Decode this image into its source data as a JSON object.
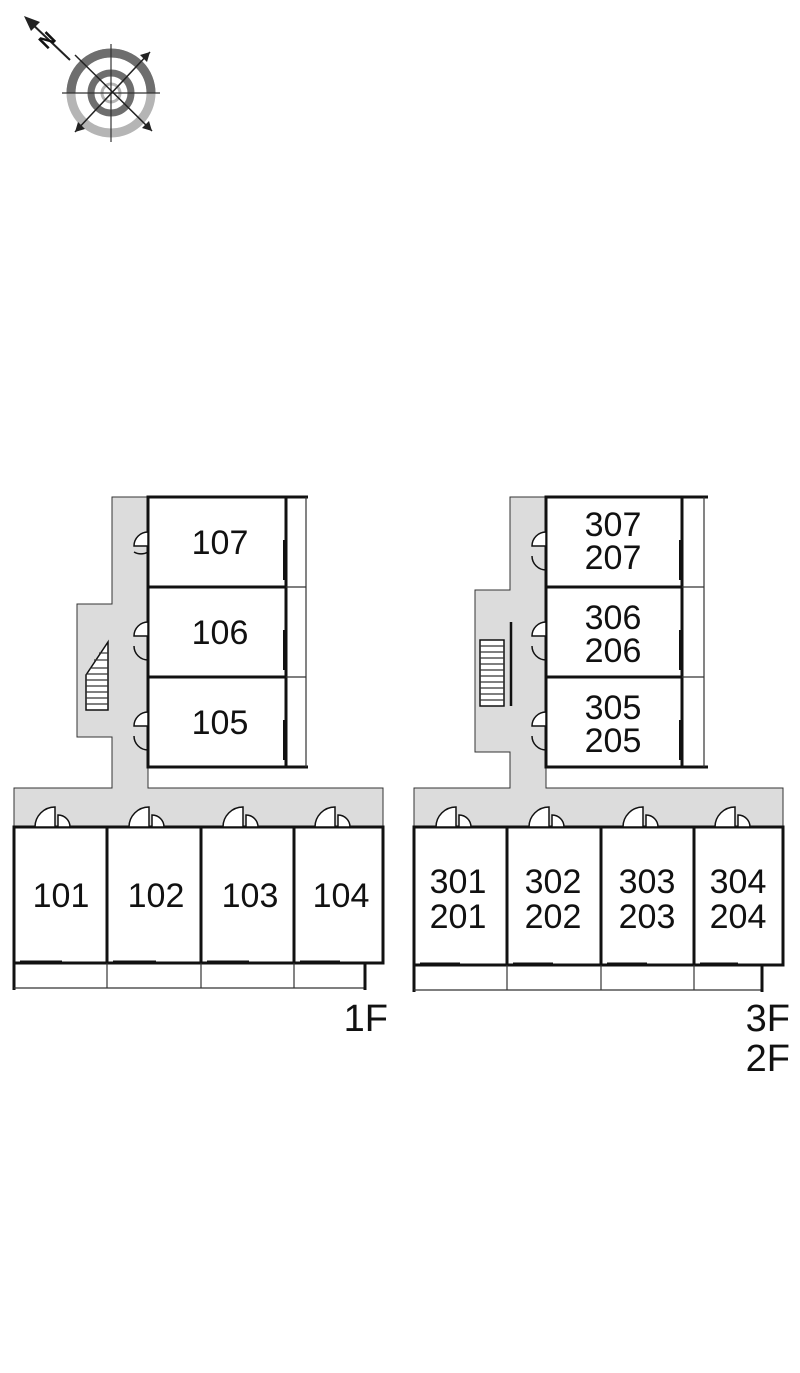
{
  "compass": {
    "north_label": "N",
    "icon": "compass-rose-icon"
  },
  "left_building": {
    "floor_label": "1F",
    "wing_rooms": [
      {
        "line1": "107"
      },
      {
        "line1": "106"
      },
      {
        "line1": "105"
      }
    ],
    "bottom_rooms": [
      {
        "line1": "101"
      },
      {
        "line1": "102"
      },
      {
        "line1": "103"
      },
      {
        "line1": "104"
      }
    ]
  },
  "right_building": {
    "floor_label_top": "3F",
    "floor_label_bottom": "2F",
    "wing_rooms": [
      {
        "line1": "307",
        "line2": "207"
      },
      {
        "line1": "306",
        "line2": "206"
      },
      {
        "line1": "305",
        "line2": "205"
      }
    ],
    "bottom_rooms": [
      {
        "line1": "301",
        "line2": "201"
      },
      {
        "line1": "302",
        "line2": "202"
      },
      {
        "line1": "303",
        "line2": "203"
      },
      {
        "line1": "304",
        "line2": "204"
      }
    ]
  },
  "colors": {
    "corridor": "#dcdcdc",
    "wall": "#111111",
    "compass_gray": "#b5b5b5",
    "compass_dark": "#6e6e6e"
  }
}
